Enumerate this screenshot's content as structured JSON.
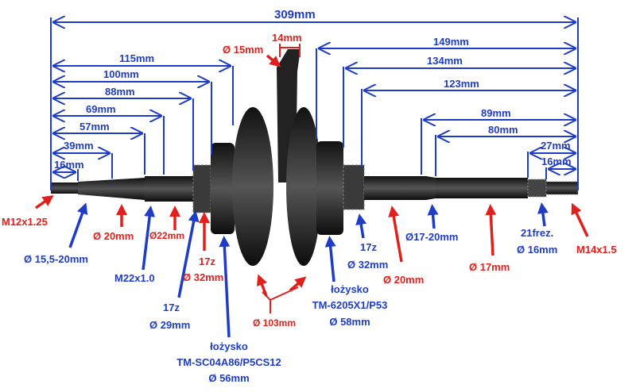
{
  "dimensions_left": {
    "d309": "309mm",
    "d115": "115mm",
    "d100": "100mm",
    "d88": "88mm",
    "d69": "69mm",
    "d57": "57mm",
    "d39": "39mm",
    "d16": "16mm"
  },
  "dimensions_right": {
    "d149": "149mm",
    "d134": "134mm",
    "d123": "123mm",
    "d89": "89mm",
    "d80": "80mm",
    "d27": "27mm",
    "d16": "16mm"
  },
  "conrod": {
    "width": "14mm",
    "pin": "Ø 15mm"
  },
  "callouts": {
    "m12": "M12x1.25",
    "d15_20": "Ø 15,5-20mm",
    "d20a": "Ø 20mm",
    "m22": "M22x1.0",
    "d22": "Ø22mm",
    "s17z29": {
      "l1": "17z",
      "l2": "Ø 29mm"
    },
    "s17z32a": {
      "l1": "17z",
      "l2": "Ø 32mm"
    },
    "bearing_left": {
      "l1": "łożysko",
      "l2": "TM-SC04A86/P5CS12",
      "l3": "Ø 56mm"
    },
    "d103": "Ø 103mm",
    "bearing_right": {
      "l1": "łożysko",
      "l2": "TM-6205X1/P53",
      "l3": "Ø 58mm"
    },
    "s17z32b": {
      "l1": "17z",
      "l2": "Ø 32mm"
    },
    "d20b": "Ø 20mm",
    "d17_20": "Ø17-20mm",
    "d17": "Ø 17mm",
    "spline": {
      "l1": "21frez.",
      "l2": "Ø 16mm"
    },
    "m14": "M14x1.5"
  },
  "colors": {
    "blue": "#1f3dc4",
    "red": "#e0201c",
    "steel": "#2a2a2e"
  }
}
